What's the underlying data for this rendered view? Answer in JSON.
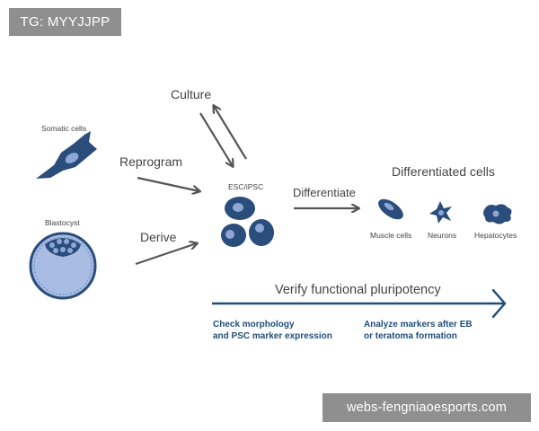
{
  "watermarks": {
    "top_left": "TG: MYYJJPP",
    "bottom_right": "webs-fengniaoesports.com"
  },
  "diagram": {
    "somatic_cells": "Somatic cells",
    "blastocyst": "Blastocyst",
    "reprogram": "Reprogram",
    "derive": "Derive",
    "culture": "Culture",
    "esc_ipsc": "ESC/iPSC",
    "differentiate": "Differentiate",
    "differentiated_cells": "Differentiated cells",
    "muscle_cells": "Muscle cells",
    "neurons": "Neurons",
    "hepatocytes": "Hepatocytes",
    "verify": "Verify functional pluripotency",
    "note_left_1": "Check morphology",
    "note_left_2": "and PSC marker expression",
    "note_right_1": "Analyze markers after EB",
    "note_right_2": "or teratoma formation"
  },
  "colors": {
    "cell_dark": "#2a4d7c",
    "cell_light": "#8fa7d6",
    "arrow_gray": "#555555",
    "timeline_blue": "#1f4e79"
  }
}
